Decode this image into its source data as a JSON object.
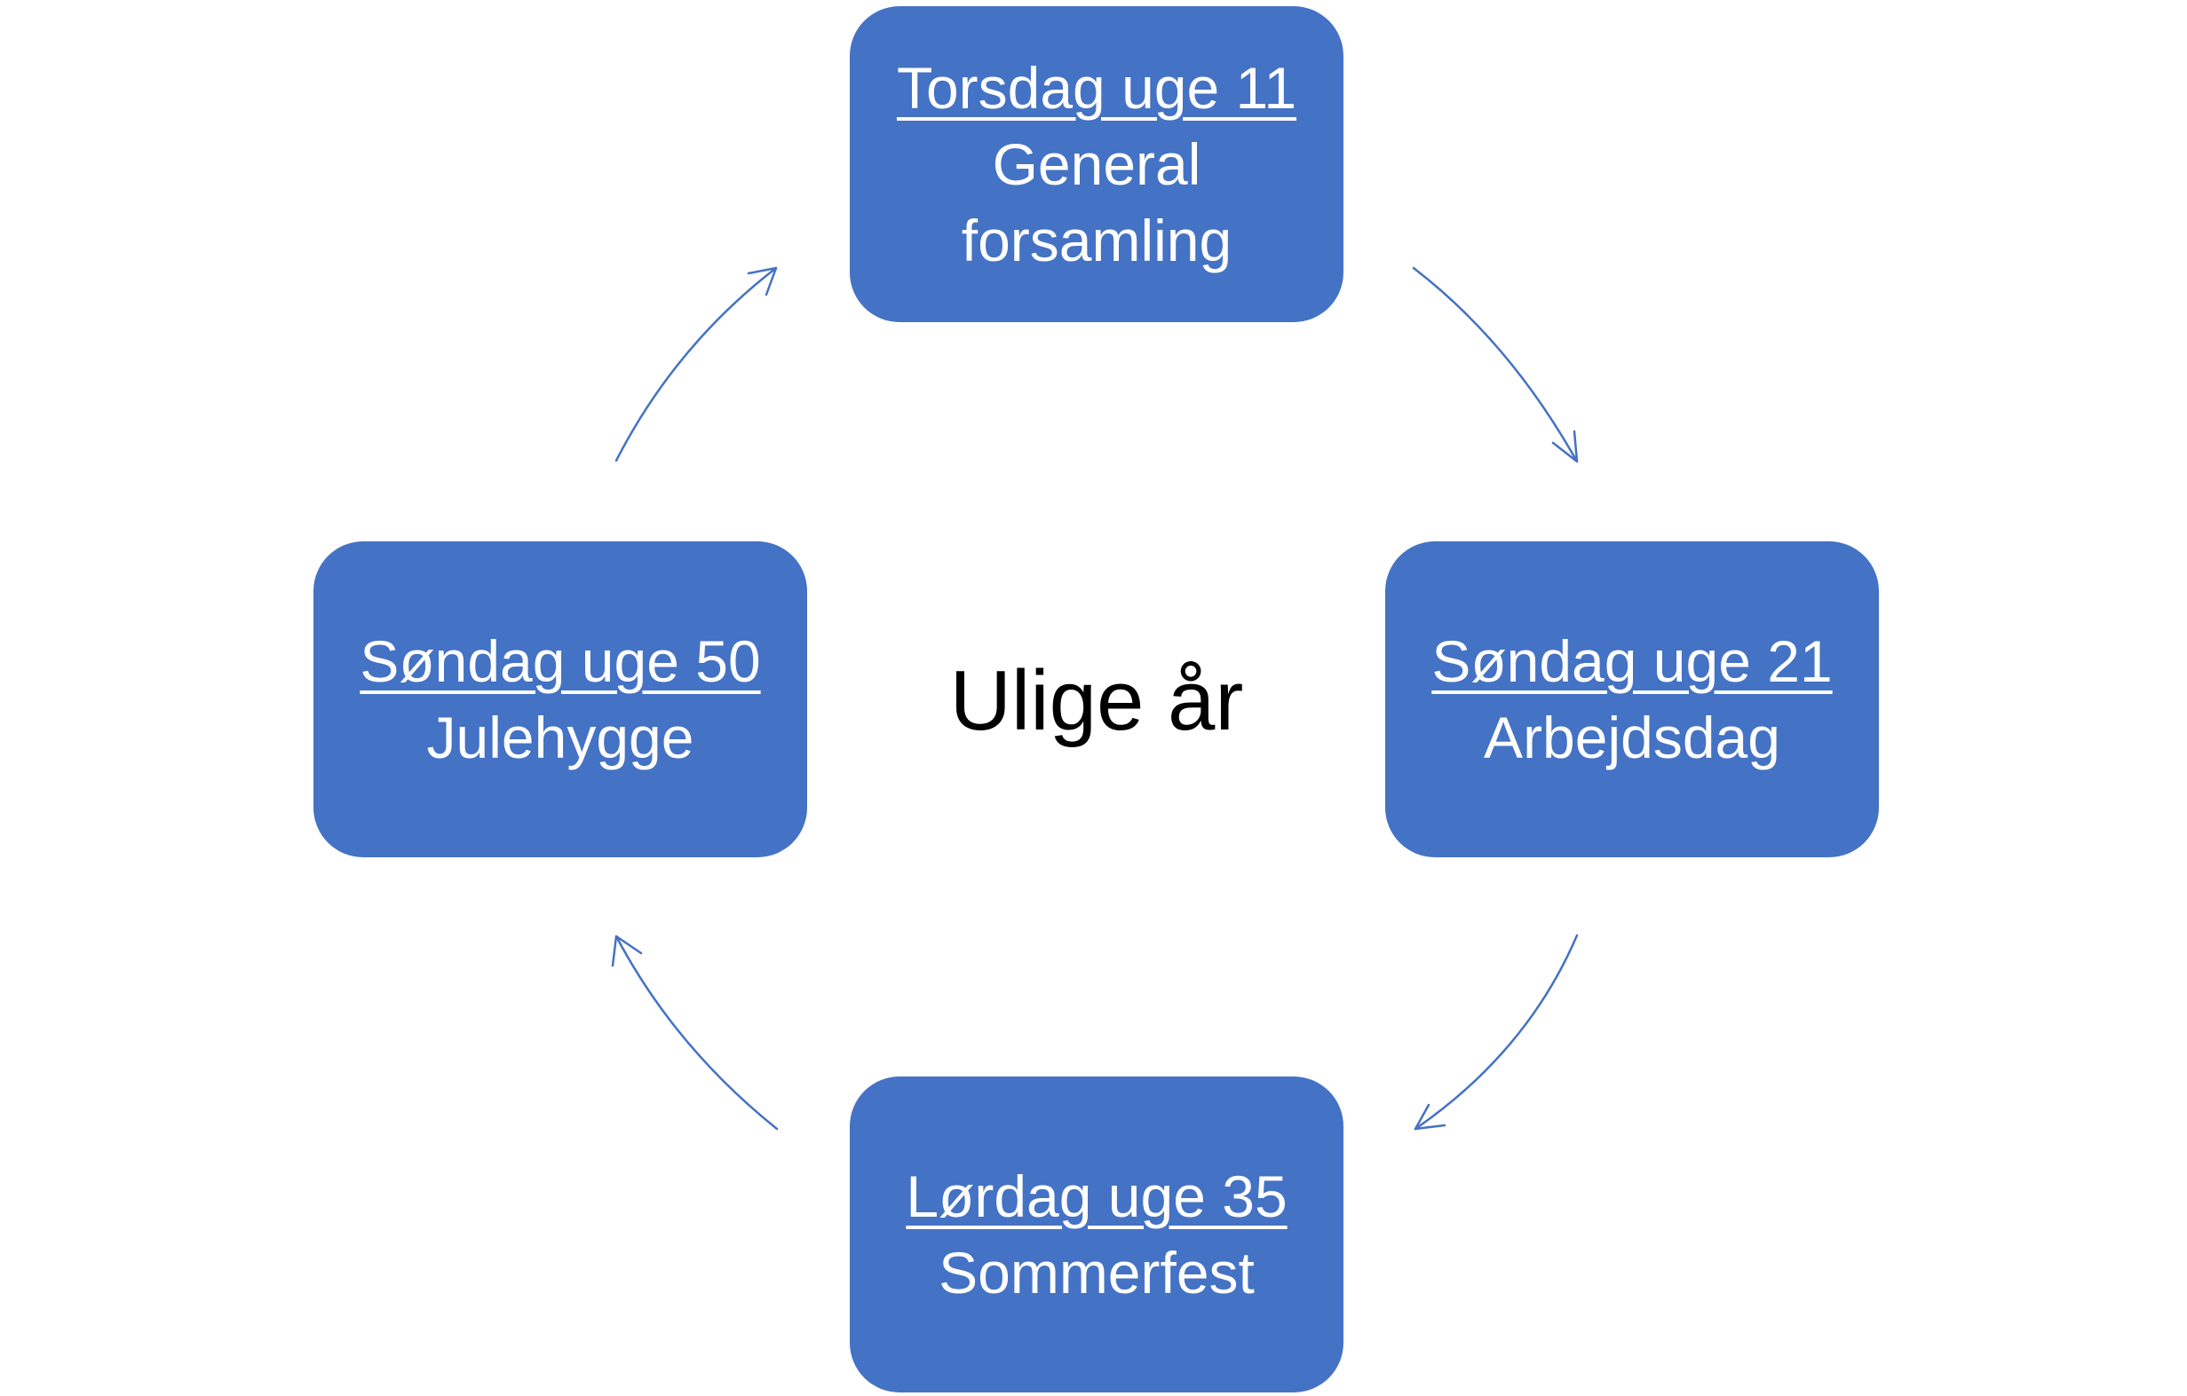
{
  "center": {
    "label": "Ulige år"
  },
  "nodes": {
    "top": {
      "heading": "Torsdag uge 11",
      "event": "General forsamling"
    },
    "right": {
      "heading": "Søndag uge 21",
      "event": "Arbejdsdag"
    },
    "bottom": {
      "heading": "Lørdag uge 35",
      "event": "Sommerfest"
    },
    "left": {
      "heading": "Søndag uge 50",
      "event": "Julehygge"
    }
  },
  "colors": {
    "node_fill": "#4472C4",
    "node_text": "#FFFFFF",
    "arrow": "#4472C4",
    "center_text": "#000000"
  }
}
